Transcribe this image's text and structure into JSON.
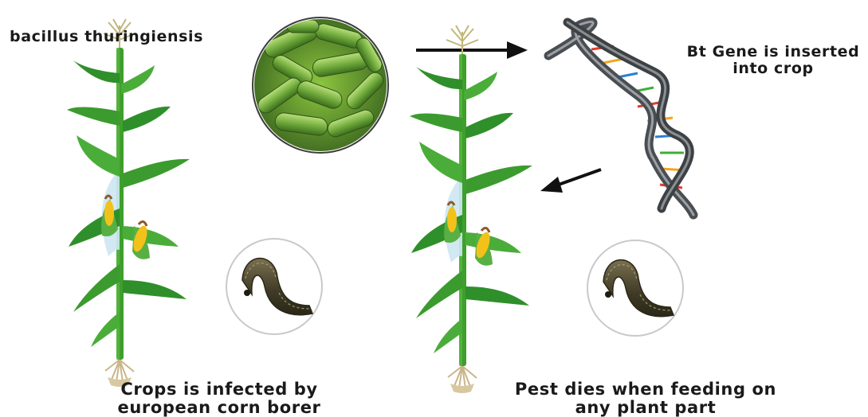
{
  "labels": {
    "bacillus": "bacillus thuringiensis",
    "bt_gene": [
      "Bt Gene is inserted",
      "into crop"
    ],
    "infected": [
      "Crops is infected by",
      "european corn borer"
    ],
    "pest_dies": [
      "Pest dies when feeding on",
      "any plant part"
    ]
  },
  "colors": {
    "bacteria_green": "#5f9a35",
    "leaf_green": "#3b9b2e",
    "corn_yellow": "#f2c21b",
    "dna_grey": "#5b5f63",
    "caterpillar": "#4b4630",
    "arrow": "#111111"
  },
  "icons": [
    "bacteria-circle-icon",
    "dna-helix-icon",
    "corn-plant-icon",
    "caterpillar-icon",
    "arrow-icon"
  ]
}
